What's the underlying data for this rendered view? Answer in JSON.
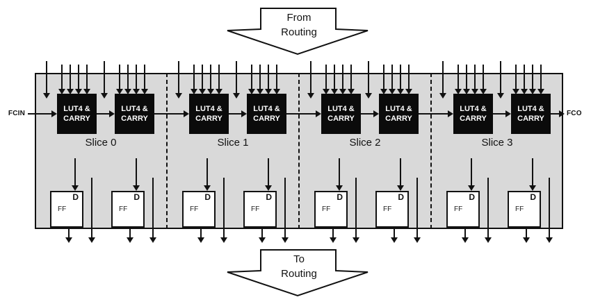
{
  "diagram": {
    "top_arrow": {
      "line1": "From",
      "line2": "Routing"
    },
    "bottom_arrow": {
      "line1": "To",
      "line2": "Routing"
    },
    "ports": {
      "carry_in": "FCIN",
      "carry_out": "FCO"
    },
    "lut_block": {
      "line1": "LUT4 &",
      "line2": "CARRY"
    },
    "ff_block": {
      "d_label": "D",
      "ff_label": "FF"
    },
    "slices": [
      {
        "label": "Slice 0"
      },
      {
        "label": "Slice 1"
      },
      {
        "label": "Slice 2"
      },
      {
        "label": "Slice 3"
      }
    ],
    "colors": {
      "slice_array_fill": "#d9d9d9",
      "lut_block_fill": "#0b0b0b",
      "lut_block_text": "#ffffff",
      "line": "#111111",
      "background": "#ffffff"
    }
  }
}
